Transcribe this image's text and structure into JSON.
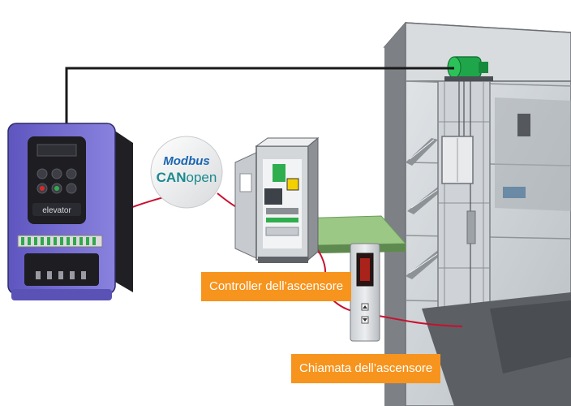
{
  "drive": {
    "brand": "elevator"
  },
  "protocols": {
    "modbus": "Modbus",
    "can": "CAN",
    "open": "open"
  },
  "labels": {
    "controller": "Controller dell’ascensore",
    "call": "Chiamata dell’ascensore"
  },
  "colors": {
    "callout": "#f7941d",
    "cable_red": "#c8102e",
    "cable_black": "#1a1a1a",
    "drive_purple": "#6b63c9",
    "motor_green": "#1fa64a",
    "modbus_blue": "#1b66b1",
    "can_teal": "#1b8a8f",
    "floor_green": "#9bc985"
  }
}
